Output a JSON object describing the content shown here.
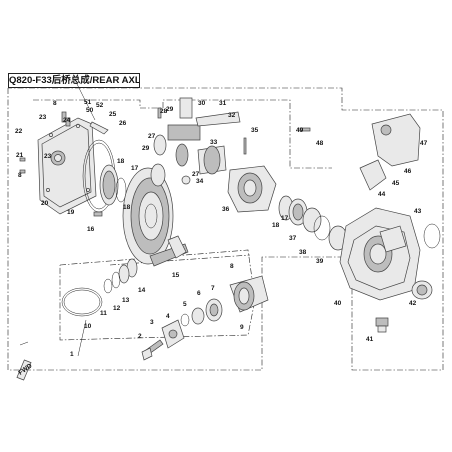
{
  "title": "Q820-F33后桥总成/REAR AXLE",
  "callouts": [
    "1",
    "2",
    "3",
    "4",
    "5",
    "6",
    "7",
    "8",
    "9",
    "10",
    "11",
    "12",
    "13",
    "14",
    "15",
    "16",
    "17",
    "18",
    "19",
    "20",
    "21",
    "22",
    "23",
    "24",
    "25",
    "26",
    "27",
    "28",
    "29",
    "30",
    "31",
    "32",
    "33",
    "34",
    "35",
    "36",
    "37",
    "38",
    "39",
    "40",
    "41",
    "42",
    "43",
    "44",
    "45",
    "46",
    "47",
    "48",
    "49",
    "50",
    "51",
    "52"
  ],
  "fwd_label": "FWD",
  "colors": {
    "line": "#222222",
    "part_fill": "#e9e9e9",
    "part_dark": "#bdbdbd"
  }
}
